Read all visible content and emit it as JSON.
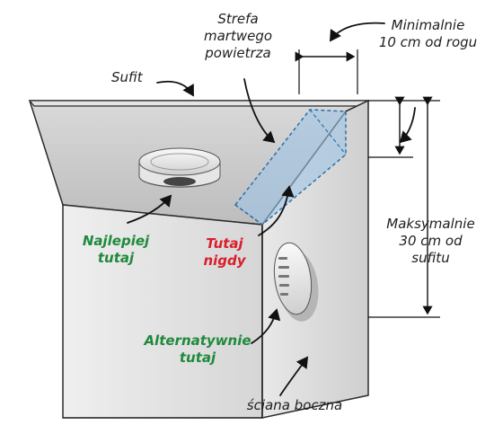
{
  "labels": {
    "ceiling": "Sufit",
    "dead_air_zone": "Strefa\nmartwego\npowietrza",
    "min_distance": "Minimalnie\n10 cm od rogu",
    "max_distance": "Maksymalnie\n30 cm od\nsufitu",
    "best_here": "Najlepiej\ntutaj",
    "never_here": "Tutaj\nnigdy",
    "alternative_here": "Alternatywnie\ntutaj",
    "side_wall": "ściana boczna"
  },
  "colors": {
    "green": "#1f8a3b",
    "red": "#d8202a",
    "zone": "#9ec3e6",
    "zone_edge": "#2a6fa8"
  }
}
